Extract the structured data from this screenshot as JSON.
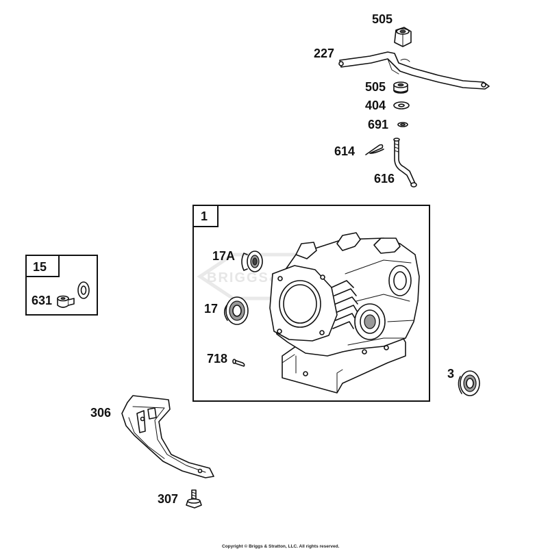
{
  "diagram": {
    "callouts": {
      "c505_top": "505",
      "c227": "227",
      "c505_mid": "505",
      "c404": "404",
      "c691": "691",
      "c614": "614",
      "c616": "616",
      "c1": "1",
      "c17a": "17A",
      "c17": "17",
      "c718": "718",
      "c3": "3",
      "c15": "15",
      "c631": "631",
      "c306": "306",
      "c307": "307"
    },
    "watermark": "BRIGGS&STRATTON",
    "copyright": "Copyright © Briggs & Stratton, LLC. All rights reserved."
  }
}
